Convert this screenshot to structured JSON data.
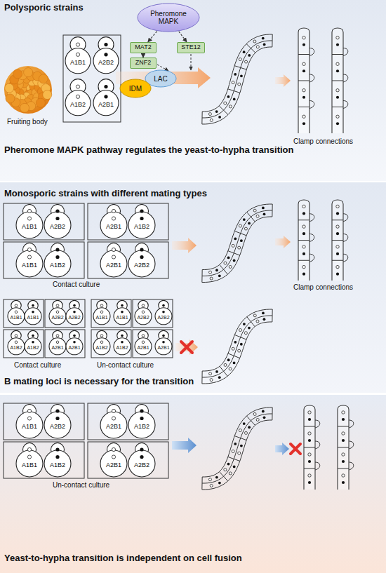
{
  "diagram": {
    "nodes": [
      {
        "text": [
          "Polysporic strains",
          "Pheromone MAPK pathway regulates the yeast-to-hypha transition"
        ]
      },
      {
        "text": [
          "A1B1"
        ],
        "in": 0
      },
      {
        "text": [
          "A2B2"
        ],
        "in": 0
      },
      {
        "text": [
          "A1B2"
        ],
        "in": 0
      },
      {
        "text": [
          "A2B1"
        ],
        "in": 0
      },
      {
        "text": [
          "Pheromone MAPK"
        ],
        "in": 0
      },
      {
        "text": [
          "MAT2"
        ],
        "in": 0
      },
      {
        "text": [
          "STE12"
        ],
        "in": 0
      },
      {
        "text": [
          "ZNF2"
        ],
        "in": 0
      },
      {
        "text": [
          "LAC"
        ],
        "in": 0
      },
      {
        "text": [
          "IDM"
        ],
        "in": 0
      },
      {
        "text": [
          "Monosporic strains with different mating types",
          "B mating loci is necessary for the transition"
        ]
      },
      {
        "text": [
          "A1B1"
        ],
        "in": 11
      },
      {
        "text": [
          "A2B2"
        ],
        "in": 11
      },
      {
        "text": [
          "A2B1"
        ],
        "in": 11
      },
      {
        "text": [
          "A1B2"
        ],
        "in": 11
      },
      {
        "text": [
          "A1B1"
        ],
        "in": 11
      },
      {
        "text": [
          "A1B2"
        ],
        "in": 11
      },
      {
        "text": [
          "A2B1"
        ],
        "in": 11
      },
      {
        "text": [
          "A2B2"
        ],
        "in": 11
      },
      {
        "text": [
          "A1B1"
        ],
        "in": 11
      },
      {
        "text": [
          "A1B1"
        ],
        "in": 11
      },
      {
        "text": [
          "A2B2"
        ],
        "in": 11
      },
      {
        "text": [
          "A2B2"
        ],
        "in": 11
      },
      {
        "text": [
          "A1B1"
        ],
        "in": 11
      },
      {
        "text": [
          "A1B1"
        ],
        "in": 11
      },
      {
        "text": [
          "A2B2"
        ],
        "in": 11
      },
      {
        "text": [
          "A2B2"
        ],
        "in": 11
      },
      {
        "text": [
          "A1B2"
        ],
        "in": 11
      },
      {
        "text": [
          "A1B2"
        ],
        "in": 11
      },
      {
        "text": [
          "A2B1"
        ],
        "in": 11
      },
      {
        "text": [
          "A2B1"
        ],
        "in": 11
      },
      {
        "text": [
          "A1B2"
        ],
        "in": 11
      },
      {
        "text": [
          "A1B2"
        ],
        "in": 11
      },
      {
        "text": [
          "A2B1"
        ],
        "in": 11
      },
      {
        "text": [
          "A2B1"
        ],
        "in": 11
      },
      {
        "text": [
          "Yeast-to-hypha transition is independent on cell fusion"
        ]
      },
      {
        "text": [
          "A1B1"
        ],
        "in": 36
      },
      {
        "text": [
          "A2B2"
        ],
        "in": 36
      },
      {
        "text": [
          "A2B1"
        ],
        "in": 36
      },
      {
        "text": [
          "A1B2"
        ],
        "in": 36
      },
      {
        "text": [
          "A1B1"
        ],
        "in": 36
      },
      {
        "text": [
          "A1B2"
        ],
        "in": 36
      },
      {
        "text": [
          "A2B1"
        ],
        "in": 36
      },
      {
        "text": [
          "A2B2"
        ],
        "in": 36
      }
    ],
    "edges": [
      {
        "from": 5,
        "to": 6,
        "arrow": "to"
      },
      {
        "from": 5,
        "to": 7,
        "arrow": "to"
      },
      {
        "from": 6,
        "to": 8,
        "arrow": "to"
      }
    ],
    "labels": [
      "Fruiting body",
      "Clamp connections",
      "Contact culture",
      "Clamp connections",
      "Contact culture",
      "Un-contact culture",
      "Un-contact culture"
    ]
  }
}
